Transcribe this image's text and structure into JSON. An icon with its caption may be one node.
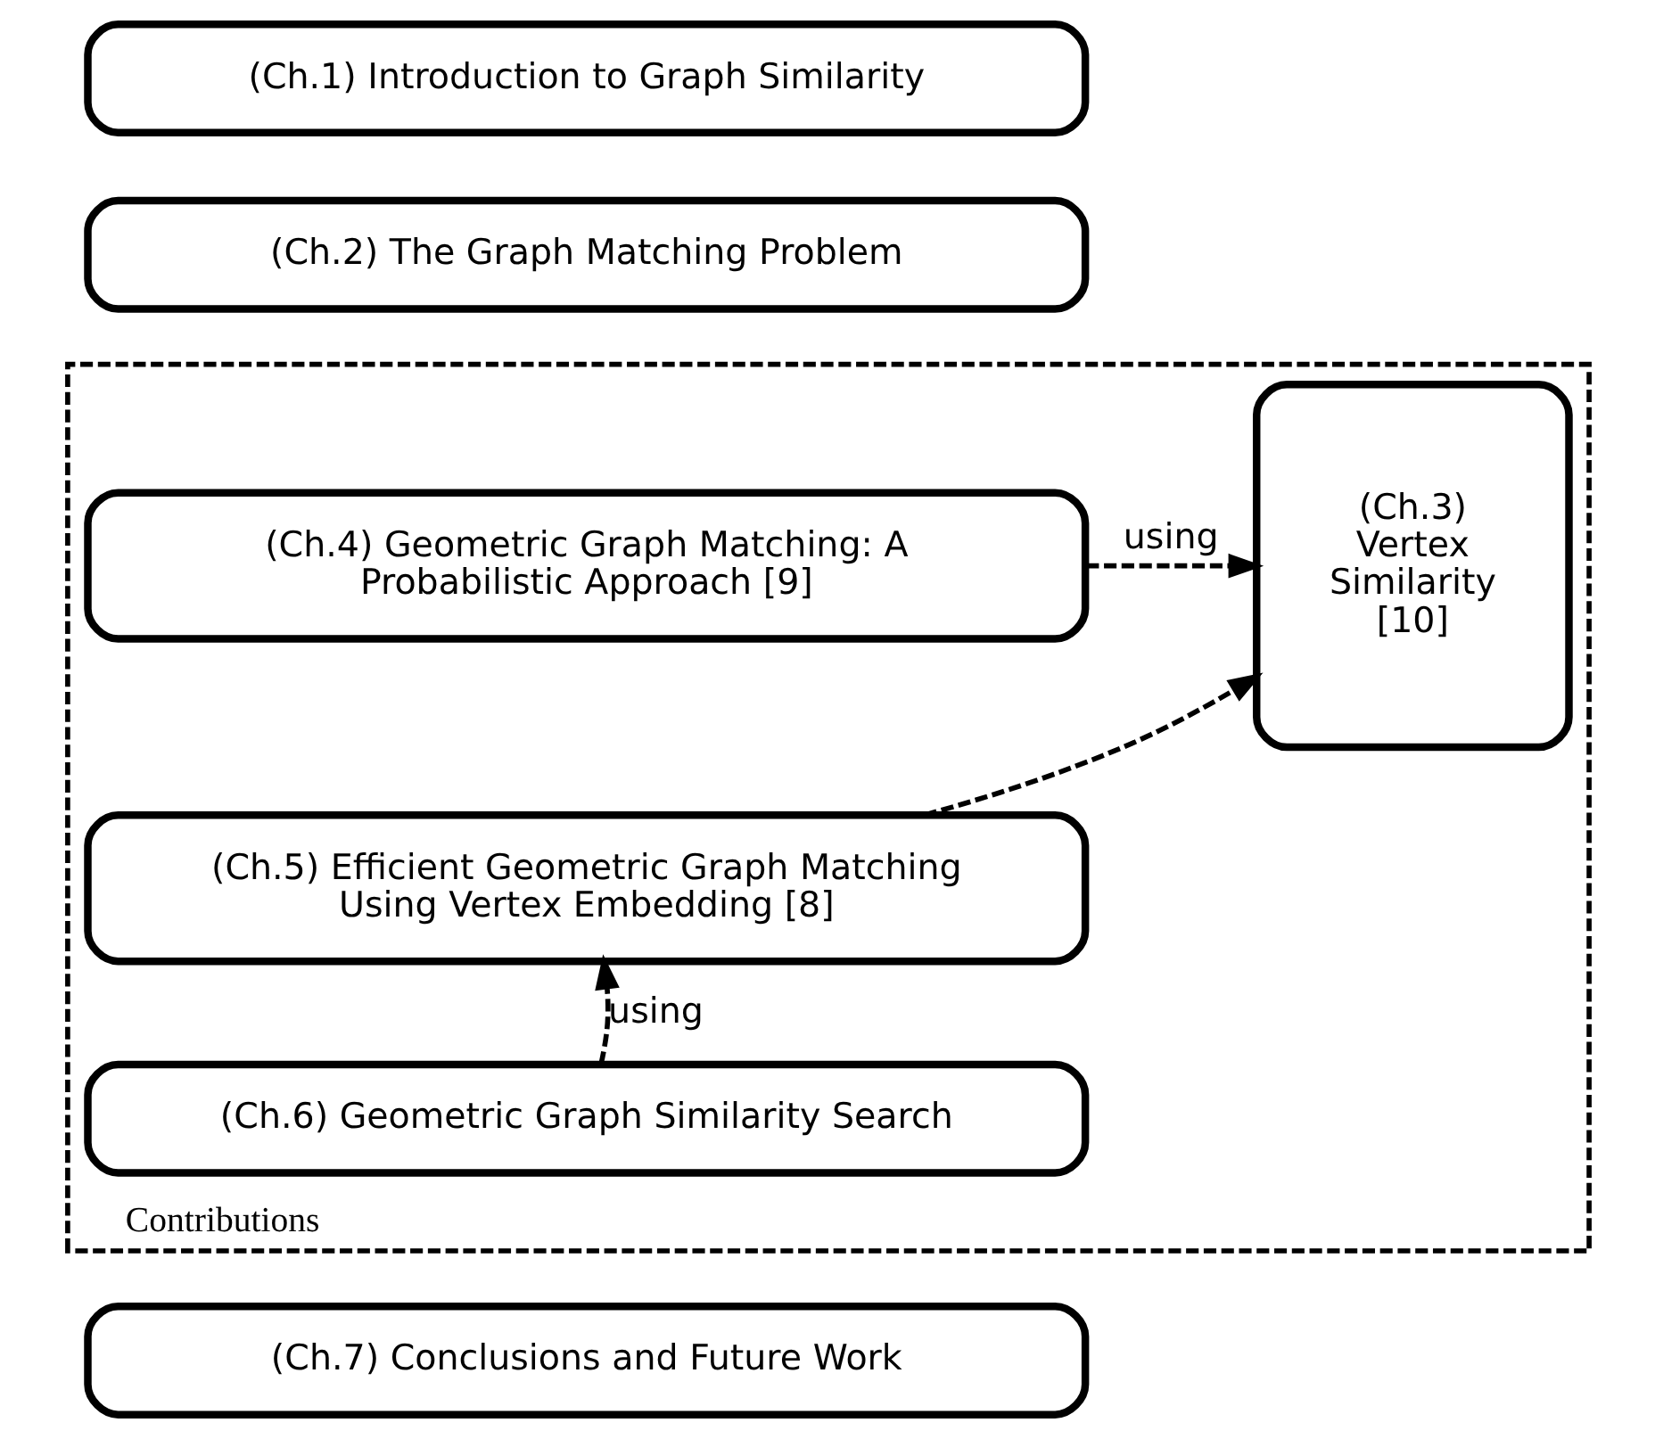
{
  "diagram": {
    "nodes": [
      {
        "text": [
          "(Ch.1) Introduction to Graph Similarity"
        ]
      },
      {
        "text": [
          "(Ch.2) The Graph Matching Problem"
        ]
      },
      {
        "text": [
          "Contributions"
        ]
      },
      {
        "text": [
          "(Ch.3) Vertex Similarity [10]"
        ],
        "in": 2
      },
      {
        "text": [
          "(Ch.4) Geometric Graph Matching: A Probabilistic Approach [9]"
        ],
        "in": 2
      },
      {
        "text": [
          "(Ch.5) Efficient Geometric Graph Matching Using Vertex Embedding [8]"
        ],
        "in": 2
      },
      {
        "text": [
          "(Ch.6) Geometric Graph Similarity Search"
        ],
        "in": 2
      },
      {
        "text": [
          "(Ch.7) Conclusions and Future Work"
        ]
      }
    ],
    "edges": [
      {
        "from": 4,
        "to": 3,
        "arrow": "to",
        "style": "dashed",
        "label": "using"
      },
      {
        "from": 5,
        "to": 3,
        "arrow": "to",
        "style": "dashed"
      },
      {
        "from": 6,
        "to": 5,
        "arrow": "to",
        "style": "dashed",
        "label": "using"
      }
    ]
  }
}
